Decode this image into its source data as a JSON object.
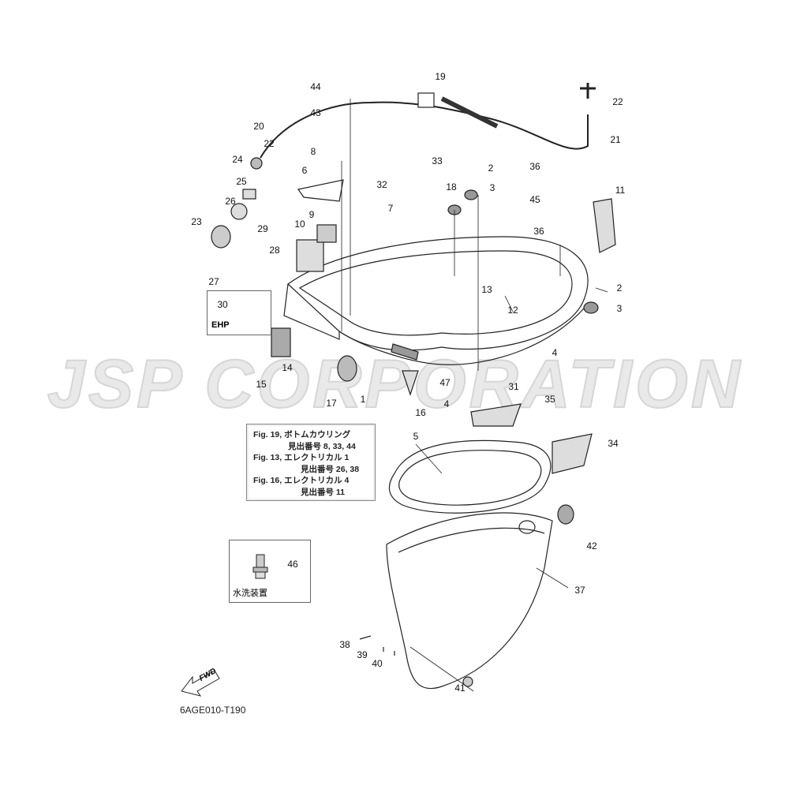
{
  "watermark": "JSP CORPORATION",
  "callouts": [
    "44",
    "19",
    "22",
    "43",
    "20",
    "21",
    "22",
    "8",
    "33",
    "2",
    "36",
    "24",
    "6",
    "18",
    "3",
    "32",
    "11",
    "45",
    "7",
    "25",
    "9",
    "26",
    "23",
    "29",
    "10",
    "36",
    "28",
    "27",
    "30",
    "2",
    "13",
    "12",
    "3",
    "4",
    "14",
    "15",
    "47",
    "31",
    "4",
    "17",
    "1",
    "16",
    "35",
    "34",
    "5",
    "42",
    "46",
    "37",
    "38",
    "39",
    "40",
    "41"
  ],
  "ehp_box": {
    "label": "EHP"
  },
  "flush_box": {
    "label": "水洗装置"
  },
  "note": {
    "lines": [
      {
        "fig": "Fig. 19, ボトムカウリング",
        "ref": "見出番号 8, 33, 44"
      },
      {
        "fig": "Fig. 13, エレクトリカル 1",
        "ref": "見出番号 26, 38"
      },
      {
        "fig": "Fig. 16, エレクトリカル 4",
        "ref": "見出番号 11"
      }
    ]
  },
  "fwd_arrow": {
    "label": "FWD"
  },
  "drawing_code": "6AGE010-T190"
}
